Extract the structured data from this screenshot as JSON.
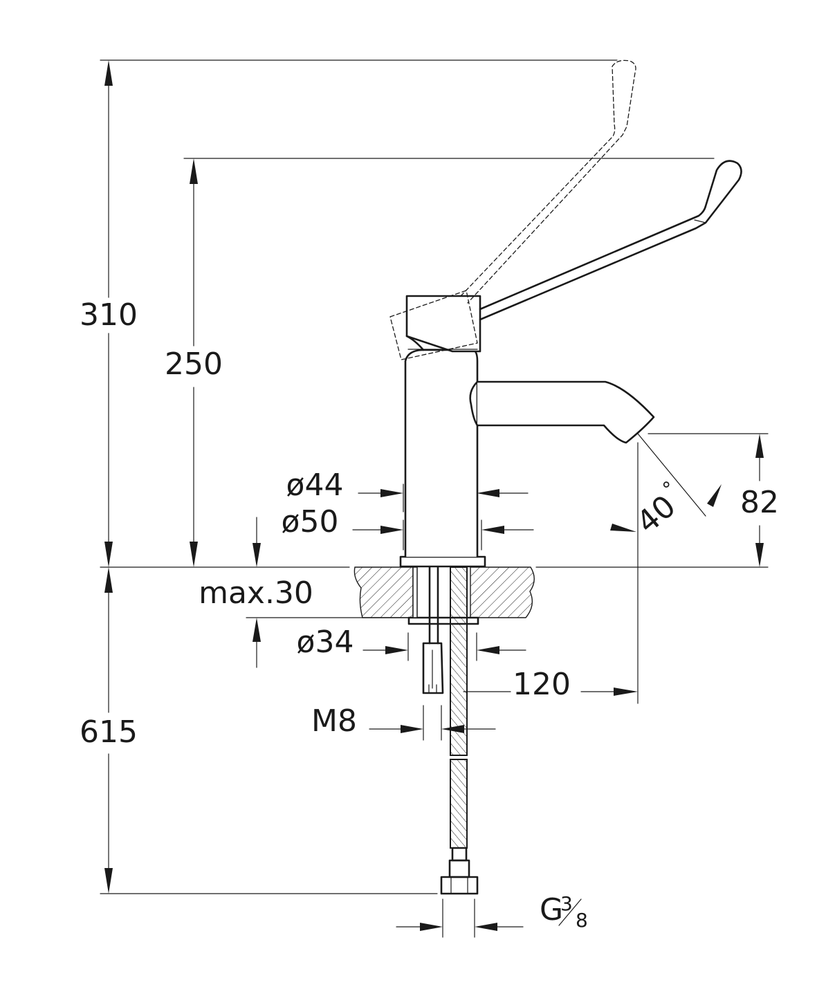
{
  "drawing": {
    "total_height": "310",
    "body_height": "250",
    "hose_length": "615",
    "spout_height": "82",
    "angle": "40",
    "angle_unit": "°",
    "diam_44": "ø44",
    "diam_50": "ø50",
    "diam_34": "ø34",
    "max_thickness": "max.30",
    "reach": "120",
    "thread": "M8",
    "connector_g": "G",
    "connector_num": "3",
    "connector_den": "8"
  }
}
